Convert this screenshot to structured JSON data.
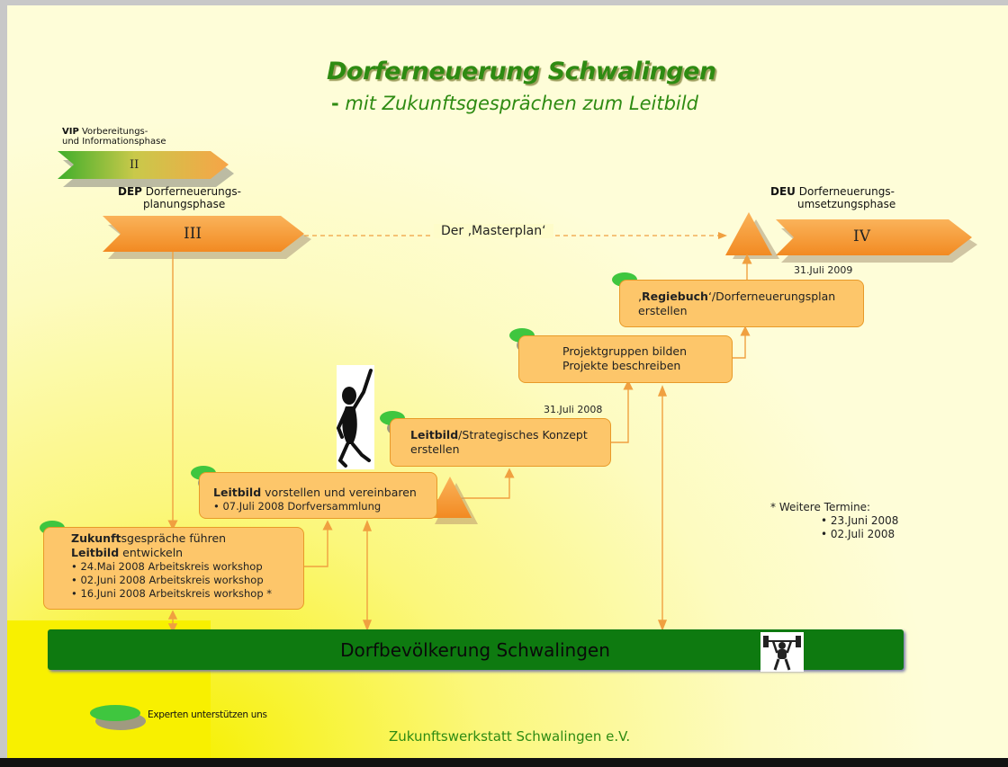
{
  "title": "Dorferneuerung Schwalingen",
  "subtitle_dash": "-",
  "subtitle": "mit Zukunftsgesprächen zum Leitbild",
  "phases": {
    "vip": {
      "abbr": "VIP",
      "text_line1": "Vorbereitungs-",
      "text_line2": "und Informationsphase",
      "roman": "II"
    },
    "dep": {
      "abbr": "DEP",
      "text_line1": "Dorferneuerungs-",
      "text_line2": "planungsphase",
      "roman": "III"
    },
    "deu": {
      "abbr": "DEU",
      "text_line1": "Dorferneuerungs-",
      "text_line2": "umsetzungsphase",
      "roman": "IV"
    }
  },
  "masterplan": "Der ‚Masterplan‘",
  "steps": {
    "zukunft": {
      "bold1": "Zukunft",
      "rest1": "sgespräche führen",
      "bold2": "Leitbild",
      "rest2": " entwickeln",
      "items": [
        "24.Mai 2008 Arbeitskreis workshop",
        "02.Juni 2008 Arbeitskreis workshop",
        "16.Juni 2008 Arbeitskreis workshop *"
      ]
    },
    "vorstellen": {
      "bold": "Leitbild",
      "rest": " vorstellen und vereinbaren",
      "items": [
        "07.Juli 2008 Dorfversammlung"
      ]
    },
    "konzept": {
      "date": "31.Juli 2008",
      "bold": "Leitbild",
      "rest1": "/Strategisches Konzept",
      "line2": "erstellen"
    },
    "projekt": {
      "line1": "Projektgruppen bilden",
      "line2": "Projekte beschreiben"
    },
    "regiebuch": {
      "date": "31.Juli 2009",
      "prefix": "‚",
      "bold": "Regiebuch",
      "rest1": "‘/Dorferneuerungsplan",
      "line2": "erstellen"
    }
  },
  "termine": {
    "heading": "* Weitere Termine:",
    "items": [
      "23.Juni 2008",
      "02.Juli 2008"
    ]
  },
  "population_bar": "Dorfbevölkerung Schwalingen",
  "legend": "Experten unterstützen uns",
  "footer": "Zukunftswerkstatt Schwalingen e.V.",
  "colors": {
    "title_green": "#2e8b12",
    "arrow_orange": "#f59a36",
    "box_fill": "#fdc66a",
    "bar_green": "#0e7a10",
    "expert_green": "#3fc63f"
  },
  "icons": [
    "stick-figure-pointing-icon",
    "weightlifter-icon",
    "triangle-milestone-icon"
  ]
}
